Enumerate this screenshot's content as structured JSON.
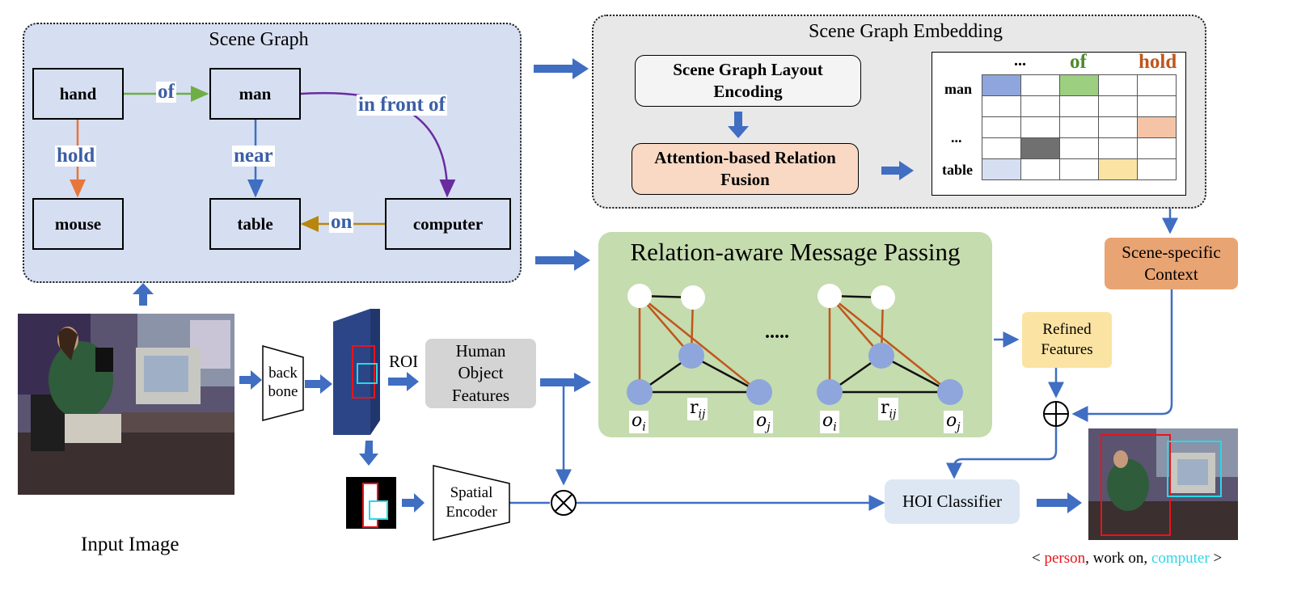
{
  "scene_graph": {
    "title": "Scene Graph",
    "nodes": {
      "hand": "hand",
      "man": "man",
      "mouse": "mouse",
      "table": "table",
      "computer": "computer"
    },
    "relations": {
      "of": "of",
      "hold": "hold",
      "near": "near",
      "in_front_of": "in front of",
      "on": "on"
    }
  },
  "embedding": {
    "title": "Scene Graph Embedding",
    "layout_encoding": "Scene Graph Layout Encoding",
    "attention_fusion": "Attention-based Relation Fusion",
    "matrix": {
      "col_dots": "...",
      "col_of": "of",
      "col_hold": "hold",
      "row_man": "man",
      "row_dots": "...",
      "row_table": "table"
    }
  },
  "message_passing": {
    "title": "Relation-aware Message Passing",
    "ellipsis": ".....",
    "label_oi": "o_i",
    "label_rij": "r_ij",
    "label_oj": "o_j"
  },
  "pipeline": {
    "input_image": "Input Image",
    "backbone": "back bone",
    "roi": "ROI",
    "human_object_features": "Human Object Features",
    "spatial_encoder": "Spatial Encoder",
    "scene_specific_context": "Scene-specific Context",
    "refined_features": "Refined Features",
    "hoi_classifier": "HOI Classifier"
  },
  "output": {
    "open": "<",
    "subject": "person",
    "verb": ", work on,",
    "object": "computer",
    "close": ">"
  },
  "colors": {
    "arrow_blue": "#3f6ec2",
    "scene_graph_bg": "#d6dff1",
    "embedding_bg": "#e8e8e8",
    "message_bg": "#c5dcae",
    "context_orange": "#e9a473",
    "refined_yellow": "#fbe3a3",
    "fusion_peach": "#f9d9c4",
    "hoi_bg": "#dce7f3",
    "hof_gray": "#d4d4d4",
    "person_red": "#e8141c",
    "computer_cyan": "#2ad7e6"
  }
}
